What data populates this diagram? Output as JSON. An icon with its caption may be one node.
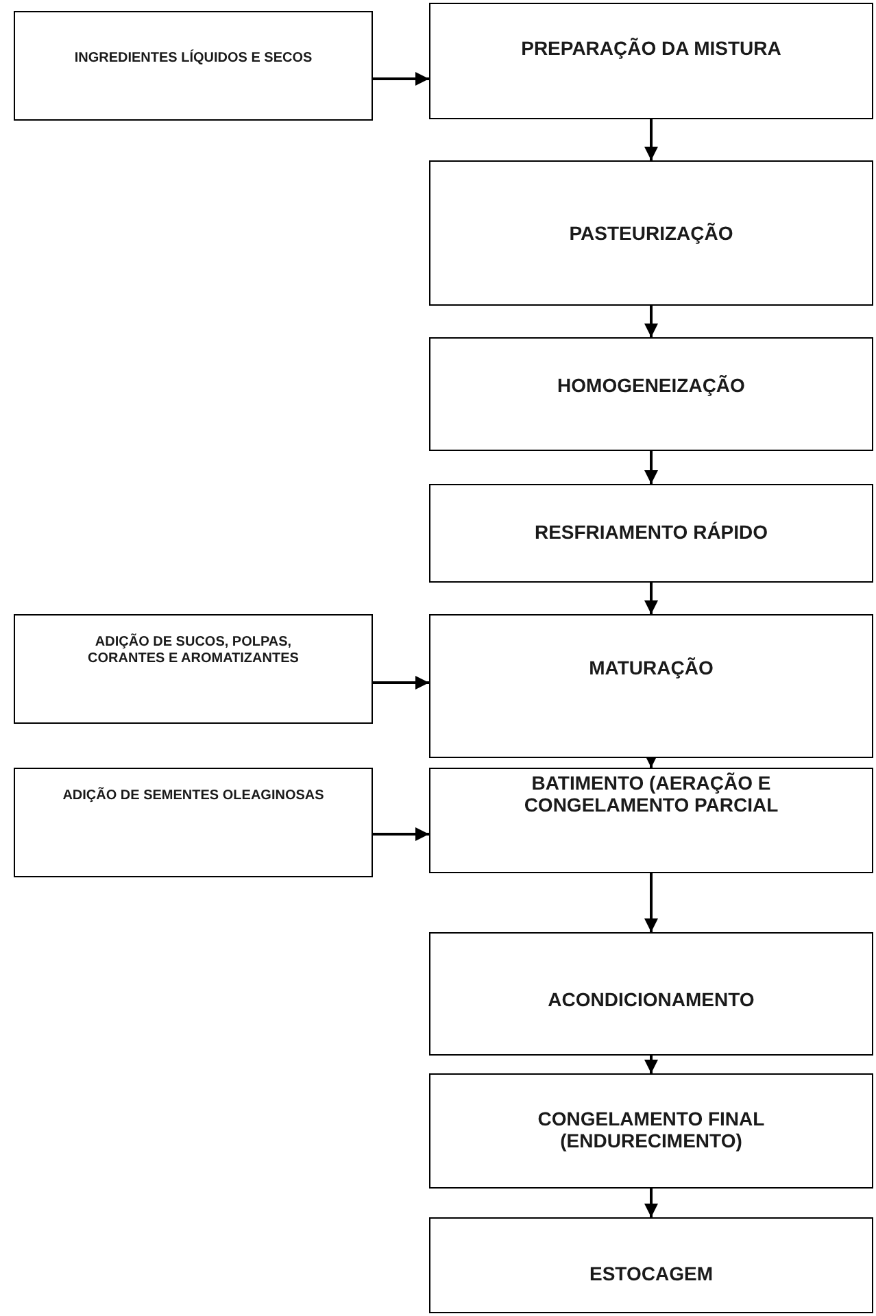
{
  "diagram": {
    "nodes": [
      {
        "text": [
          "INGREDIENTES LÍQUIDOS E SECOS"
        ]
      },
      {
        "text": [
          "PREPARAÇÃO DA MISTURA"
        ]
      },
      {
        "text": [
          "PASTEURIZAÇÃO"
        ]
      },
      {
        "text": [
          "HOMOGENEIZAÇÃO"
        ]
      },
      {
        "text": [
          "RESFRIAMENTO RÁPIDO"
        ]
      },
      {
        "text": [
          "ADIÇÃO DE SUCOS, POLPAS, CORANTES E AROMATIZANTES"
        ]
      },
      {
        "text": [
          "MATURAÇÃO"
        ]
      },
      {
        "text": [
          "ADIÇÃO DE SEMENTES OLEAGINOSAS"
        ]
      },
      {
        "text": [
          "BATIMENTO (AERAÇÃO E CONGELAMENTO PARCIAL"
        ]
      },
      {
        "text": [
          "ACONDICIONAMENTO"
        ]
      },
      {
        "text": [
          "CONGELAMENTO FINAL (ENDURECIMENTO)"
        ]
      },
      {
        "text": [
          "ESTOCAGEM"
        ]
      }
    ],
    "edges": [
      {
        "from": 0,
        "to": 1,
        "arrow": "to"
      },
      {
        "from": 1,
        "to": 2,
        "arrow": "to"
      },
      {
        "from": 2,
        "to": 3,
        "arrow": "to"
      },
      {
        "from": 3,
        "to": 4,
        "arrow": "to"
      },
      {
        "from": 4,
        "to": 6,
        "arrow": "to"
      },
      {
        "from": 5,
        "to": 6,
        "arrow": "to"
      },
      {
        "from": 6,
        "to": 8,
        "arrow": "to"
      },
      {
        "from": 7,
        "to": 8,
        "arrow": "to"
      },
      {
        "from": 8,
        "to": 9,
        "arrow": "to"
      },
      {
        "from": 9,
        "to": 10,
        "arrow": "to"
      },
      {
        "from": 10,
        "to": 11,
        "arrow": "to"
      }
    ]
  }
}
